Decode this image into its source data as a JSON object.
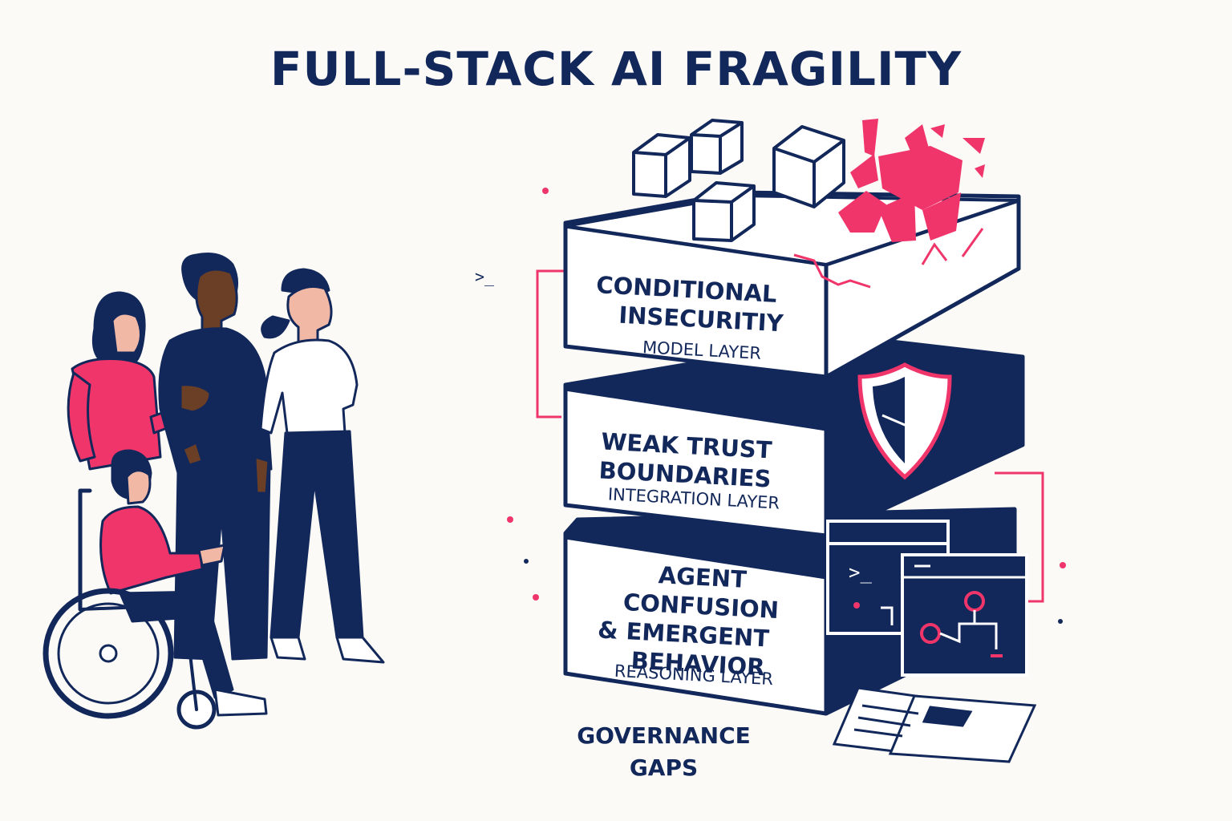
{
  "title": "FULL-STACK AI FRAGILITY",
  "layers": [
    {
      "name_line1": "CONDITIONAL",
      "name_line2": "INSECURITIY",
      "sublabel": "MODEL LAYER"
    },
    {
      "name_line1": "WEAK TRUST",
      "name_line2": "BOUNDARIES",
      "sublabel": "INTEGRATION LAYER"
    },
    {
      "name_line1": "AGENT CONFUSION",
      "name_line2": "& EMERGENT",
      "name_line3": "BEHAVIOR",
      "sublabel": "REASONING LAYER"
    }
  ],
  "governance": {
    "line1": "GOVERNANCE",
    "line2": "GAPS"
  },
  "prompt_glyph": ">_",
  "colors": {
    "navy": "#13285a",
    "pink": "#f0356b",
    "brown": "#6b3f26",
    "skin": "#f2b8a6",
    "background": "#fbfaf6"
  },
  "icons": [
    "cube-icon",
    "shattered-block-icon",
    "shield-icon",
    "terminal-window-icon",
    "workflow-window-icon",
    "document-icon"
  ]
}
